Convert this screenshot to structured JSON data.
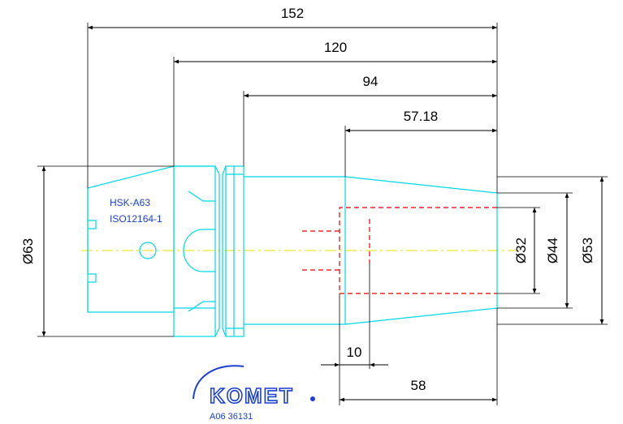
{
  "dimensions": {
    "overall_length": "152",
    "flange_to_end": "120",
    "groove_to_end": "94",
    "bore_to_end": "57.18",
    "bore_depth": "58",
    "spigot_offset": "10",
    "dia_flange": "Ø63",
    "dia_bore": "Ø32",
    "dia_body": "Ø44",
    "dia_end": "Ø53"
  },
  "spec": {
    "line1": "HSK-A63",
    "line2": "ISO12164-1"
  },
  "brand": {
    "logo_text": "KOMET",
    "part_number": "A06 36131"
  },
  "colors": {
    "outline": "#00d8e8",
    "centerline": "#e8e000",
    "hidden": "#e80000",
    "dim": "#000000",
    "brand": "#1a3fd1"
  }
}
